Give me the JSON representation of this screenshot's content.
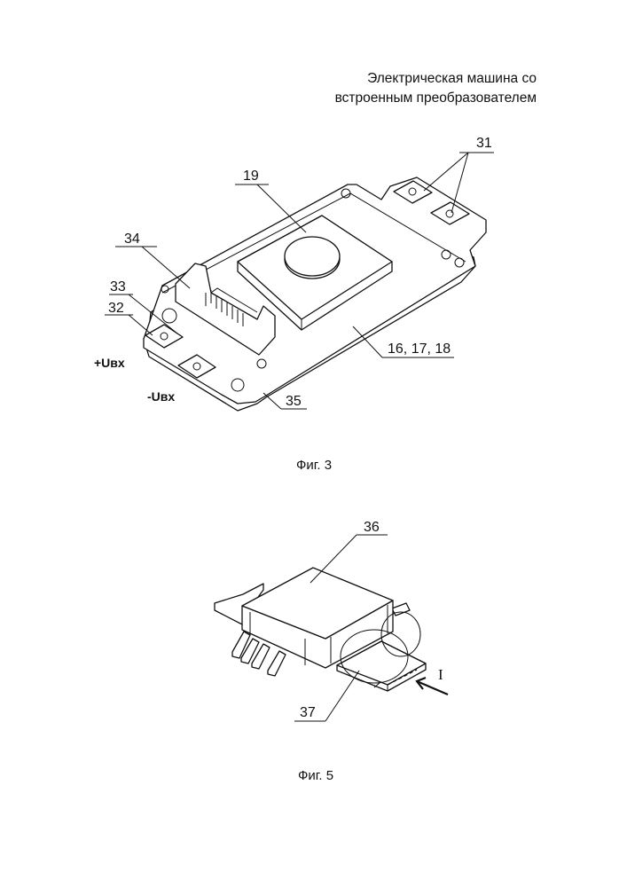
{
  "header": {
    "title_line1": "Электрическая машина со",
    "title_line2": "встроенным преобразователем"
  },
  "figure3": {
    "caption": "Фиг. 3",
    "labels": {
      "l31": "31",
      "l19": "19",
      "l34": "34",
      "l33": "33",
      "l32": "32",
      "l16": "16, 17, 18",
      "l35": "35",
      "uplus": "+Uвх",
      "uminus": "-Uвх"
    }
  },
  "figure5": {
    "caption": "Фиг. 5",
    "labels": {
      "l36": "36",
      "l37": "37",
      "current": "I"
    }
  }
}
